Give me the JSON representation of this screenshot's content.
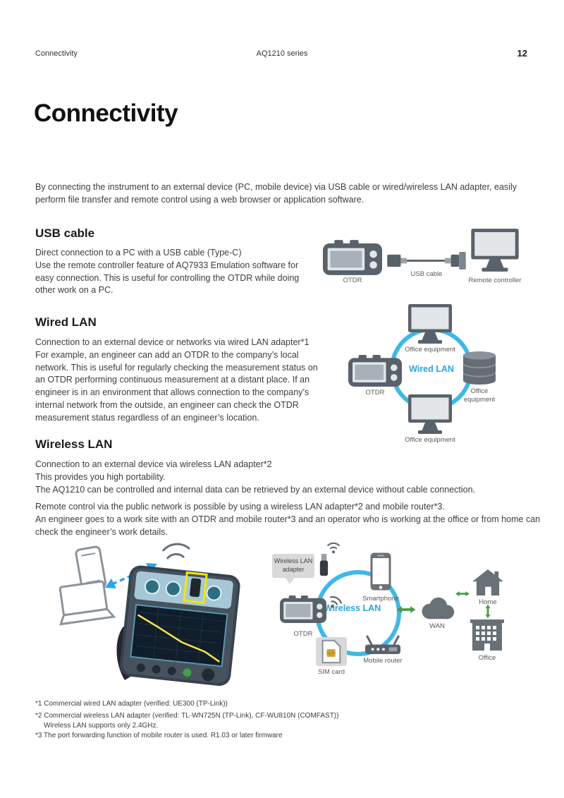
{
  "header": {
    "left": "Connectivity",
    "center": "AQ1210 series",
    "page_number": "12"
  },
  "title": "Connectivity",
  "intro": "By connecting the instrument to an external device (PC, mobile device) via USB cable or wired/wireless LAN adapter, easily perform file transfer and remote control using a web browser or application software.",
  "usb": {
    "heading": "USB cable",
    "body": "Direct connection to a PC with a USB cable (Type-C)\nUse the remote controller feature of AQ7933 Emulation software for easy connection. This is useful for controlling the OTDR while doing other work on a PC.",
    "labels": {
      "otdr": "OTDR",
      "cable": "USB cable",
      "controller": "Remote controller"
    }
  },
  "wired": {
    "heading": "Wired LAN",
    "body": "Connection to an external device or networks via wired LAN adapter*1\nFor example, an engineer can add an OTDR to the company’s local network. This is useful for regularly checking the measurement status on an OTDR performing continuous measurement at a distant place. If an engineer is in an environment that allows connection to the company’s internal network from the outside, an engineer can check the OTDR measurement status regardless of an engineer’s location.",
    "labels": {
      "top": "Office equipment",
      "otdr": "OTDR",
      "center": "Wired LAN",
      "right": "Office\nequipment",
      "bottom": "Office equipment"
    }
  },
  "wireless": {
    "heading": "Wireless LAN",
    "p1": "Connection to an external device via wireless LAN adapter*2\nThis provides you high portability.\nThe AQ1210 can be controlled and internal data can be retrieved by an external device without cable connection.",
    "p2": "Remote control via the public network is possible by using a wireless LAN adapter*2 and mobile router*3.\nAn engineer goes to a work site with an OTDR and mobile router*3 and an operator who is working at the office or from home can check the engineer’s work details.",
    "labels": {
      "adapter": "Wireless LAN\nadapter",
      "smartphone": "Smartphone",
      "center": "Wireless LAN",
      "otdr": "OTDR",
      "router": "Mobile router",
      "sim": "SIM card",
      "wan": "WAN",
      "home": "Home",
      "office": "Office"
    }
  },
  "footnotes": [
    "*1 Commercial wired LAN adapter (verified: UE300 (TP-Link))",
    "*2 Commercial wireless LAN adapter (verified: TL-WN725N (TP-Link), CF-WU810N (COMFAST))",
    "Wireless LAN supports only 2.4GHz.",
    "*3 The port forwarding function of mobile router is used. R1.03 or later firmware"
  ],
  "colors": {
    "accent_blue": "#2aa5dc",
    "ring_blue": "#3fb8e8",
    "arrow_green": "#4d9a46",
    "device_gray": "#687078",
    "highlight_yellow": "#f7e400"
  }
}
